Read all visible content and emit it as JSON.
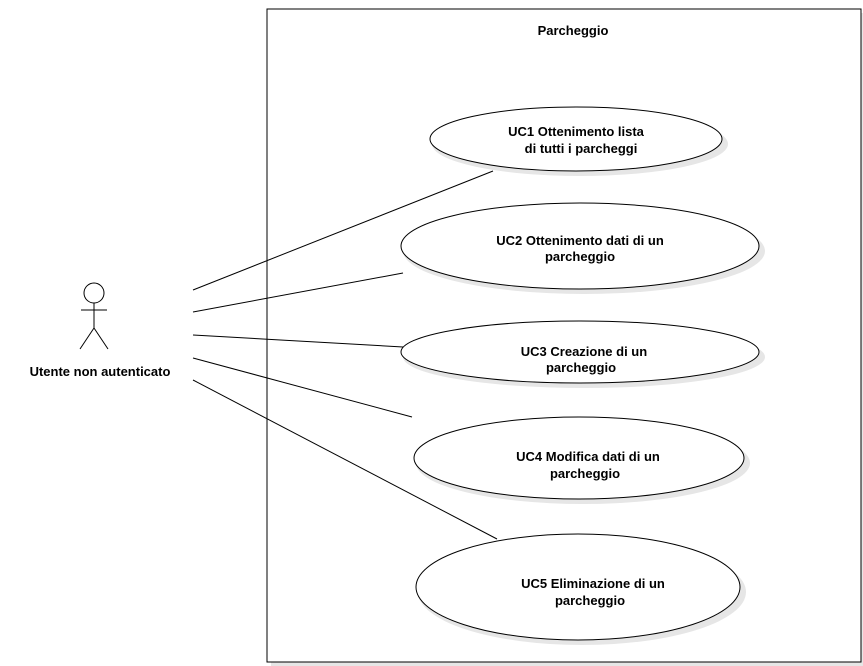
{
  "diagram": {
    "system_boundary": {
      "title": "Parcheggio"
    },
    "actor": {
      "label": "Utente non autenticato"
    },
    "use_cases": [
      {
        "line1": "UC1 Ottenimento lista",
        "line2": "di tutti i parcheggi"
      },
      {
        "line1": "UC2 Ottenimento dati di un",
        "line2": "parcheggio"
      },
      {
        "line1": "UC3 Creazione di un",
        "line2": "parcheggio"
      },
      {
        "line1": "UC4 Modifica dati di un",
        "line2": "parcheggio"
      },
      {
        "line1": "UC5 Eliminazione di un",
        "line2": "parcheggio"
      }
    ]
  },
  "colors": {
    "stroke": "#000000",
    "fill": "#ffffff",
    "shadow": "#d9d9d9"
  }
}
